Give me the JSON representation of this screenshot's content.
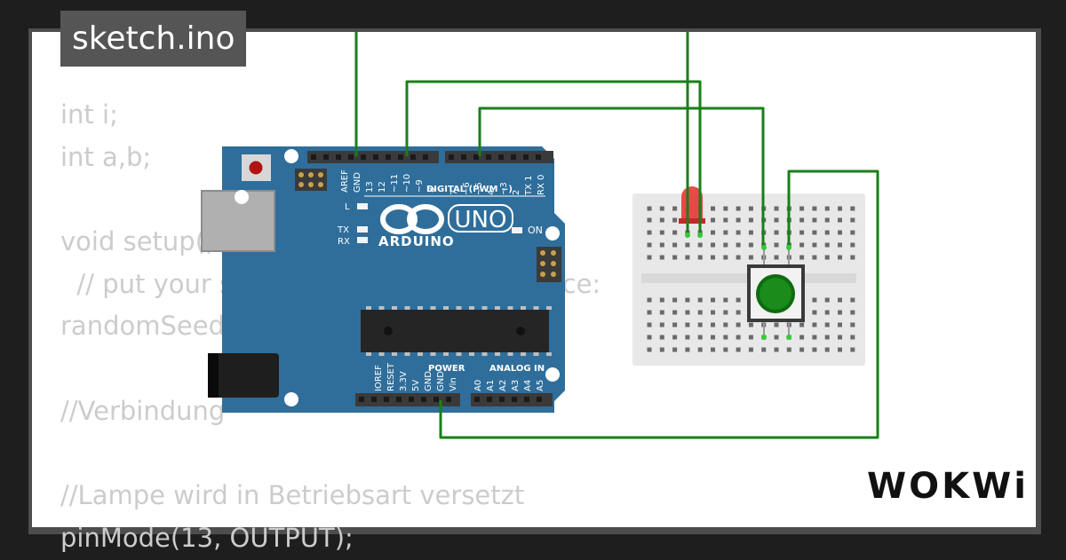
{
  "editor": {
    "filename": "sketch.ino",
    "code_lines": [
      "int i;",
      "int a,b;",
      "",
      "void setup() {",
      "  // put your setup code here, to run once:",
      "randomSeed(analogRead(0));",
      "",
      "//Verbindung",
      "",
      "//Lampe wird in Betriebsart versetzt",
      "pinMode(13, OUTPUT);"
    ]
  },
  "board": {
    "logo_text": "ARDUINO",
    "model": "UNO",
    "digital_header_label": "DIGITAL (PWM ~)",
    "power_label": "POWER",
    "analog_label": "ANALOG IN",
    "led_labels": {
      "l": "L",
      "tx": "TX",
      "rx": "RX",
      "on": "ON"
    },
    "top_pins_left": [
      "AREF",
      "GND",
      "13",
      "12",
      "~11",
      "~10",
      "~9",
      "8"
    ],
    "top_pins_right": [
      "7",
      "~6",
      "~5",
      "4",
      "~3",
      "2",
      "TX 1",
      "RX 0"
    ],
    "bottom_power_pins": [
      "IOREF",
      "RESET",
      "3.3V",
      "5V",
      "GND",
      "GND",
      "Vin"
    ],
    "bottom_analog_pins": [
      "A0",
      "A1",
      "A2",
      "A3",
      "A4",
      "A5"
    ]
  },
  "components": {
    "led_color": "#e53935",
    "button_color": "#1b8c1b",
    "wire_color": "#1a7f1a",
    "board_color": "#2f6e9b"
  },
  "brand": {
    "name": "WOKWi"
  }
}
